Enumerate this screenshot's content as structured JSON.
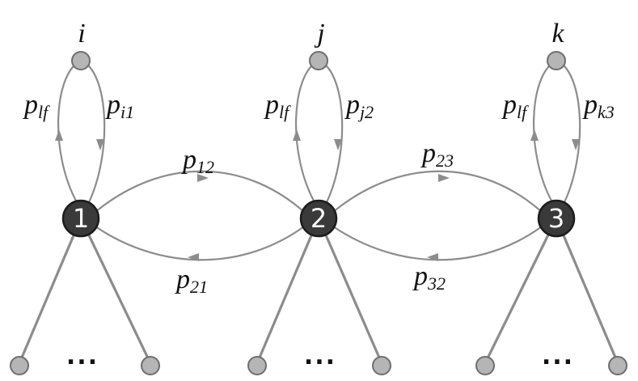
{
  "hubs": [
    {
      "label": "1",
      "top": "i",
      "self_out": {
        "p": "p",
        "sub": "lf"
      },
      "self_in": {
        "p": "p",
        "sub": "i1"
      }
    },
    {
      "label": "2",
      "top": "j",
      "self_out": {
        "p": "p",
        "sub": "lf"
      },
      "self_in": {
        "p": "p",
        "sub": "j2"
      }
    },
    {
      "label": "3",
      "top": "k",
      "self_out": {
        "p": "p",
        "sub": "lf"
      },
      "self_in": {
        "p": "p",
        "sub": "k3"
      }
    }
  ],
  "links": [
    {
      "p": "p",
      "sub": "12"
    },
    {
      "p": "p",
      "sub": "21"
    },
    {
      "p": "p",
      "sub": "23"
    },
    {
      "p": "p",
      "sub": "32"
    }
  ],
  "ellipsis": "..."
}
